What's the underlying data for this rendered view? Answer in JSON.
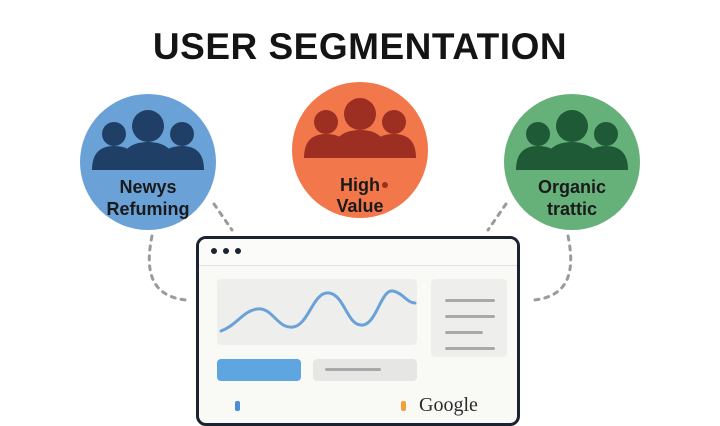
{
  "title": "USER SEGMENTATION",
  "segments": [
    {
      "line1": "Newys",
      "line2": "Refuming",
      "color": "#6aa2d8",
      "icon_color": "#1f3f66",
      "icon": "user-group-icon"
    },
    {
      "line1": "High",
      "line2": "Value",
      "color": "#f2784b",
      "icon_color": "#9c2f22",
      "icon": "user-group-icon"
    },
    {
      "line1": "Organic",
      "line2": "trattic",
      "color": "#66b07a",
      "icon_color": "#1e5a36",
      "icon": "user-group-icon"
    }
  ],
  "dashboard": {
    "footer_text": "Google",
    "accent_blue": "#5fa5df",
    "frame_color": "#1b2230"
  }
}
